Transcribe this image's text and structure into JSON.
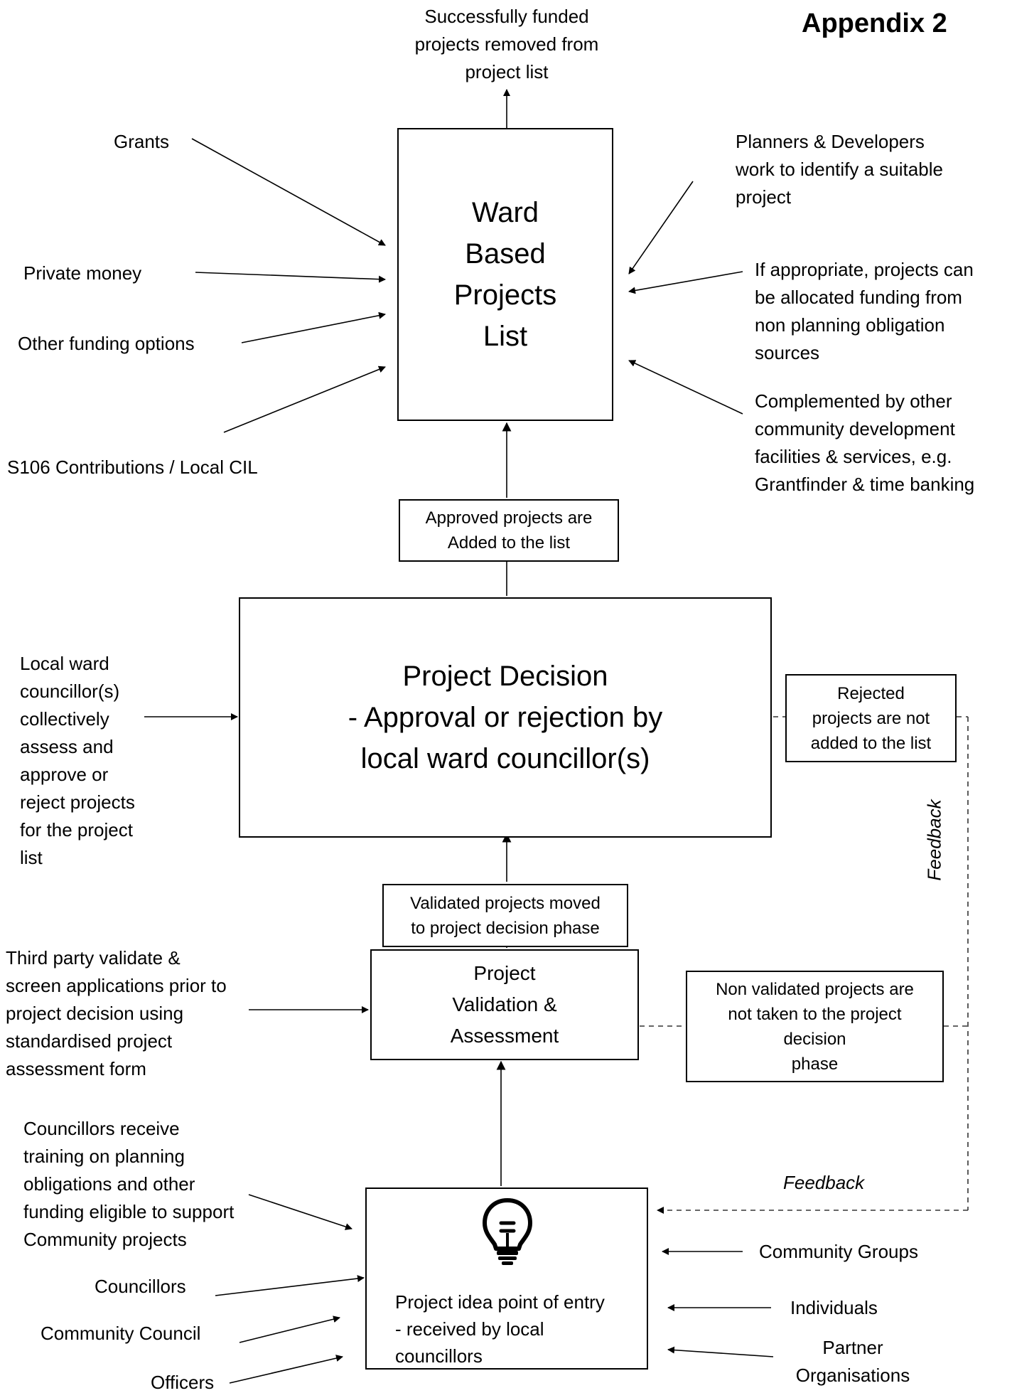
{
  "appendix_title": "Appendix 2",
  "top_note": "Successfully funded\nprojects removed from\nproject list",
  "boxes": {
    "ward_list": "Ward\nBased\nProjects\n List",
    "approved": "Approved projects are\nAdded to the list",
    "decision": "Project Decision\n-    Approval or rejection by\nlocal ward councillor(s)",
    "rejected": "Rejected\nprojects are not\nadded to the list",
    "validated": "Validated projects moved\nto project decision phase",
    "validation": "Project\nValidation &\nAssessment",
    "non_validated": "Non validated projects are\nnot taken to the project\ndecision\nphase",
    "entry": "Project idea point of entry\n- received by local\ncouncillors"
  },
  "left_inputs": {
    "grants": "Grants",
    "private_money": "Private money",
    "other_funding": "Other funding options",
    "s106": "S106 Contributions / Local CIL",
    "ward_councillors": "Local ward\ncouncillor(s)\ncollectively\nassess and\napprove or\nreject projects\nfor the project\nlist",
    "third_party": "Third party validate &\nscreen  applications prior to\nproject decision using\nstandardised project\n assessment form",
    "training": "Councillors receive\ntraining on planning\nobligations and other\nfunding eligible to support\nCommunity projects",
    "councillors": "Councillors",
    "community_council": "Community Council",
    "officers": "Officers"
  },
  "right_inputs": {
    "planners": "Planners & Developers\nwork to identify a suitable\nproject",
    "non_planning": "If appropriate, projects can\nbe allocated funding from\nnon planning obligation\nsources",
    "complemented": "Complemented by other\ncommunity development\nfacilities & services, e.g.\nGrantfinder & time banking",
    "community_groups": "Community Groups",
    "individuals": "Individuals",
    "partner_orgs": "Partner\nOrganisations"
  },
  "feedback_vertical": "Feedback",
  "feedback_horizontal": "Feedback",
  "icon_lightbulb": "lightbulb-icon"
}
